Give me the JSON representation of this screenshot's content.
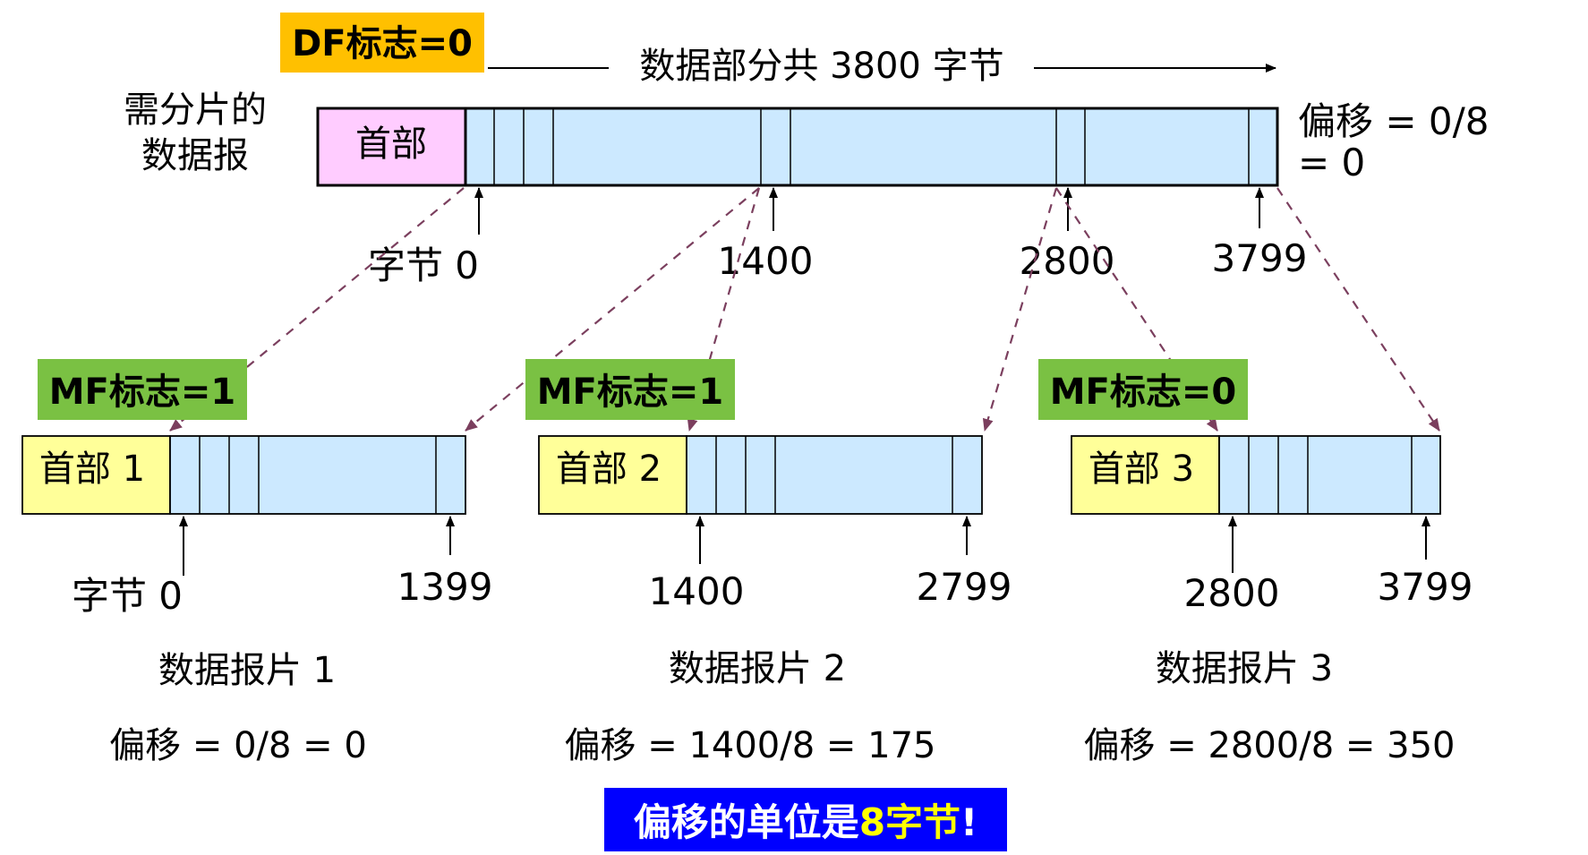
{
  "original": {
    "df_flag": "DF标志=0",
    "data_note": "数据部分共 3800 字节",
    "label_line1": "需分片的",
    "label_line2": "数据报",
    "header": "首部",
    "offset_line1": "偏移 = 0/8",
    "offset_line2": "= 0",
    "byte_labels": [
      "字节 0",
      "1400",
      "2800",
      "3799"
    ]
  },
  "fragments": [
    {
      "flag": "MF标志=1",
      "header": "首部 1",
      "start_label": "字节 0",
      "end_label": "1399",
      "title": "数据报片 1",
      "offset": "偏移 = 0/8 = 0"
    },
    {
      "flag": "MF标志=1",
      "header": "首部 2",
      "start_label": "1400",
      "end_label": "2799",
      "title": "数据报片 2",
      "offset": "偏移 = 1400/8 = 175"
    },
    {
      "flag": "MF标志=0",
      "header": "首部 3",
      "start_label": "2800",
      "end_label": "3799",
      "title": "数据报片 3",
      "offset": "偏移 = 2800/8 = 350"
    }
  ],
  "banner": {
    "prefix": "偏移的单位是",
    "highlight": "8字节",
    "suffix": "!"
  },
  "colors": {
    "df_flag_bg": "#ffc000",
    "mf_flag_bg": "#7ac143",
    "orig_header_bg": "#ffccff",
    "frag_header_bg": "#ffff99",
    "data_bg": "#cce9ff",
    "dash_line": "#7b3f5e",
    "banner_bg": "#0000ff",
    "banner_text": "#ffffff",
    "banner_highlight": "#ffff00"
  }
}
